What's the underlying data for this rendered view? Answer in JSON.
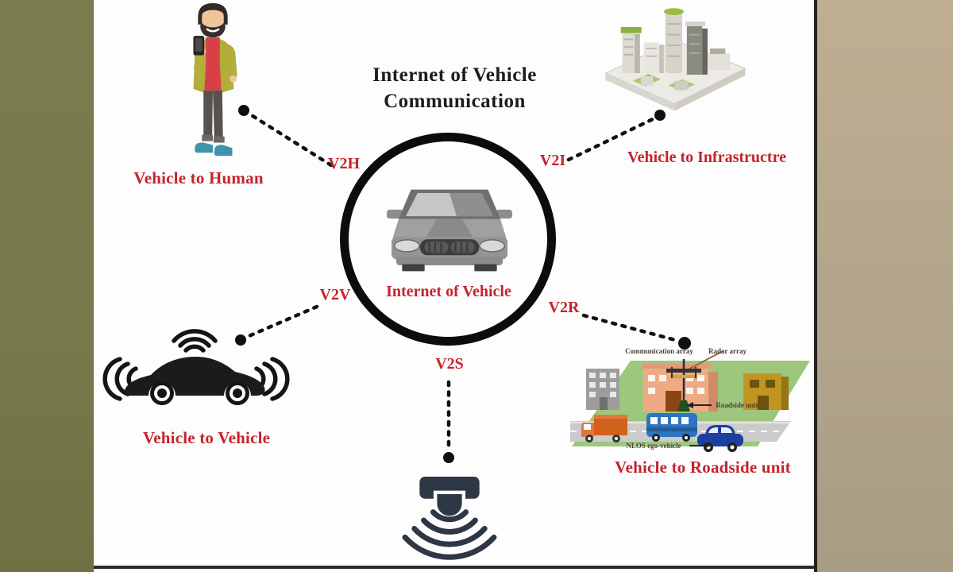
{
  "title": {
    "line1": "Internet of Vehicle",
    "line2": "Communication"
  },
  "hub": {
    "label": "Internet of Vehicle"
  },
  "links": {
    "v2h": "V2H",
    "v2i": "V2I",
    "v2v": "V2V",
    "v2r": "V2R",
    "v2s": "V2S"
  },
  "nodes": {
    "human": {
      "label": "Vehicle to Human"
    },
    "infrastructure": {
      "label": "Vehicle to Infrastructre"
    },
    "vehicle": {
      "label": "Vehicle to Vehicle"
    },
    "roadside": {
      "label": "Vehicle to Roadside unit"
    }
  },
  "roadside_scene": {
    "communication_array": "Communication array",
    "radar_array": "Radar array",
    "roadside_unit": "Roadside unit",
    "nlos_ego_vehicle": "NLOS ego-vehicle"
  },
  "colors": {
    "label_red": "#c5242b",
    "connector_black": "#101010",
    "left_strip_olive": "#767a4b",
    "right_strip_tan": "#b2a58b",
    "canvas_white": "#fdfdfe",
    "sensor_slate": "#2e3744"
  }
}
